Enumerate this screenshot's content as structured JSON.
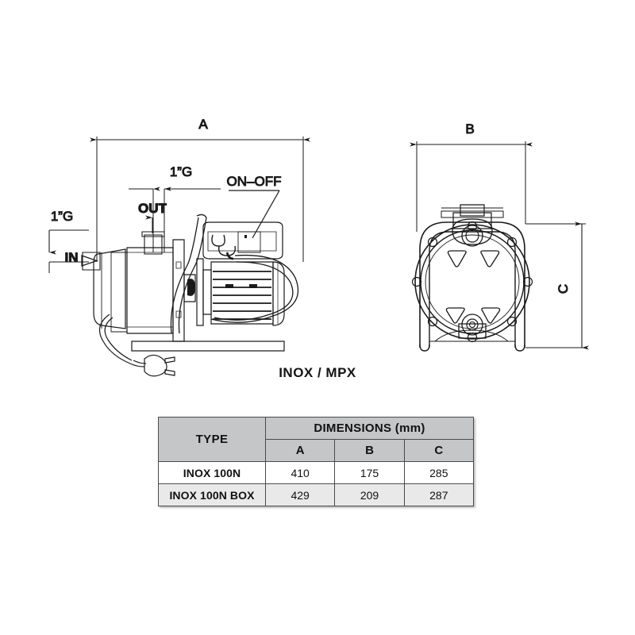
{
  "drawing": {
    "caption": "INOX / MPX",
    "side_view": {
      "dim_overall": "A",
      "thread_out": "1\"G",
      "thread_in": "1\"G",
      "port_out": "OUT",
      "port_in": "IN",
      "switch_label": "ON-OFF"
    },
    "end_view": {
      "dim_width": "B",
      "dim_height": "C"
    }
  },
  "table": {
    "header": {
      "type": "TYPE",
      "dimensions": "DIMENSIONS (mm)"
    },
    "subheaders": [
      "A",
      "B",
      "C"
    ],
    "rows": [
      {
        "type": "INOX 100N",
        "a": "410",
        "b": "175",
        "c": "285"
      },
      {
        "type": "INOX 100N BOX",
        "a": "429",
        "b": "209",
        "c": "287"
      }
    ]
  },
  "colors": {
    "line": "#1a1a1a",
    "header_fill": "#c5c6c8",
    "row_alt_fill": "#e9e9ea",
    "row_fill": "#ffffff",
    "border": "#4a4a4a"
  }
}
